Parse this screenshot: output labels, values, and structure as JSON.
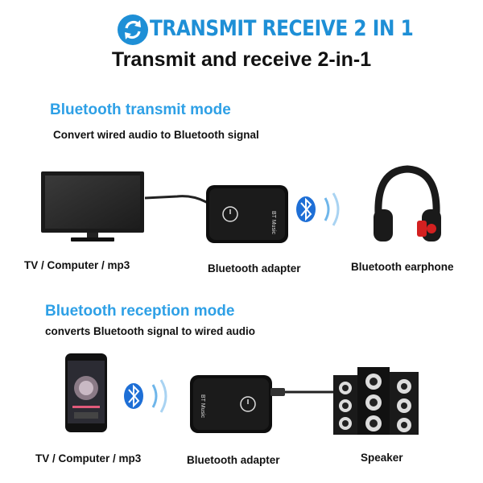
{
  "header": {
    "title": "TRANSMIT RECEIVE 2 IN 1",
    "icon": "sync-arrows-icon",
    "accent_color": "#1e8fd6"
  },
  "subtitle": "Transmit and receive 2-in-1",
  "transmit_mode": {
    "title": "Bluetooth transmit mode",
    "description": "Convert wired audio to Bluetooth signal",
    "captions": {
      "source": "TV / Computer / mp3",
      "adapter": "Bluetooth adapter",
      "target": "Bluetooth earphone"
    },
    "device_label": "BT Music"
  },
  "reception_mode": {
    "title": "Bluetooth reception mode",
    "description": "converts Bluetooth signal to wired audio",
    "captions": {
      "source": "TV / Computer / mp3",
      "adapter": "Bluetooth adapter",
      "target": "Speaker"
    },
    "device_label": "BT Music"
  },
  "icons": [
    "tv-monitor-icon",
    "bluetooth-icon",
    "headphones-icon",
    "smartphone-icon",
    "speaker-icon",
    "power-button-icon"
  ]
}
